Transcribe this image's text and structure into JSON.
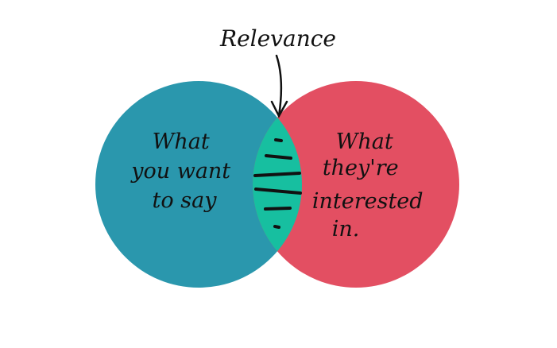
{
  "title": "Relevance",
  "left_circle": {
    "lines": [
      "What",
      "you want",
      "to say"
    ],
    "color": "#2a97ad"
  },
  "right_circle": {
    "lines": [
      "What",
      "they're",
      "interested",
      "in."
    ],
    "color": "#e34f62"
  },
  "intersection": {
    "color": "#17bfa0"
  }
}
